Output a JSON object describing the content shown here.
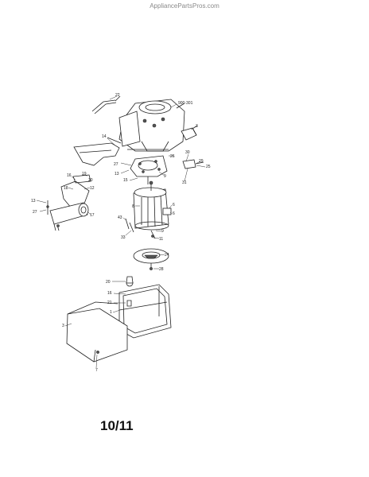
{
  "watermark": "AppliancePartsPros.com",
  "page_number": "10/11",
  "parts": {
    "p1": "1",
    "p3": "3",
    "p3b": "3",
    "p6": "6",
    "p7": "7",
    "p8": "8",
    "p9": "9",
    "p10": "10",
    "p11": "11",
    "p12": "12",
    "p13": "13",
    "p13b": "13",
    "p14": "14",
    "p15": "15",
    "p16": "16",
    "p17": "17",
    "p18": "18",
    "p19": "19",
    "p20": "20",
    "p21": "21",
    "p22": "22",
    "p23": "23",
    "p24": "24",
    "p25": "25",
    "p26": "26",
    "p27": "27",
    "p27b": "27",
    "p28": "28",
    "p29": "29",
    "p30": "30",
    "p31": "31",
    "p33": "33",
    "p43": "43",
    "engine": "900-301"
  }
}
